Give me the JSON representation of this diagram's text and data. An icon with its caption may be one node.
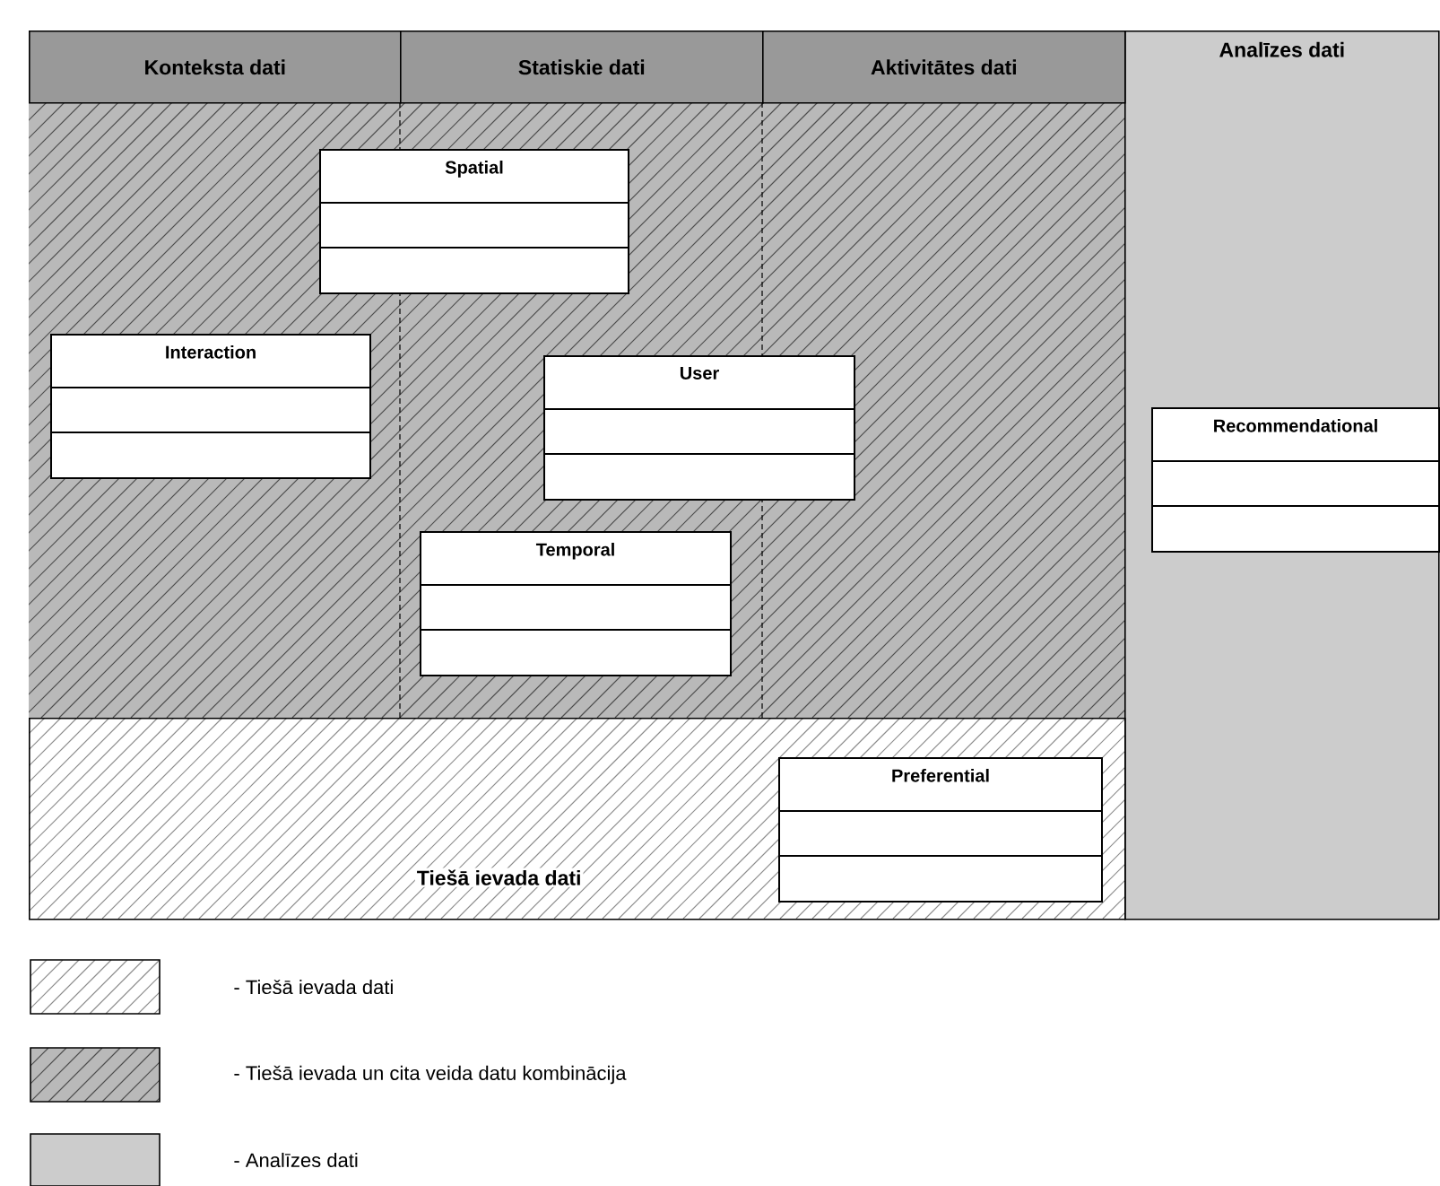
{
  "diagram": {
    "nodes": [
      {
        "text": [
          "Konteksta dati"
        ]
      },
      {
        "text": [
          "Statiskie dati"
        ]
      },
      {
        "text": [
          "Aktivitātes dati"
        ]
      },
      {
        "text": [
          "Analīzes dati"
        ]
      },
      {
        "text": [
          "Spatial"
        ]
      },
      {
        "text": [
          "Interaction"
        ]
      },
      {
        "text": [
          "User"
        ]
      },
      {
        "text": [
          "Temporal"
        ]
      },
      {
        "text": [
          "Tiešā ievada dati"
        ]
      },
      {
        "text": [
          "Preferential"
        ],
        "in": 8
      },
      {
        "text": [
          "Recommendational"
        ],
        "in": 3
      }
    ],
    "legend": [
      {
        "text": "- Tiešā ievada dati"
      },
      {
        "text": "- Tiešā ievada un cita veida datu kombinācija"
      },
      {
        "text": "- Analīzes dati",
        "color": "#cccccc"
      }
    ]
  }
}
